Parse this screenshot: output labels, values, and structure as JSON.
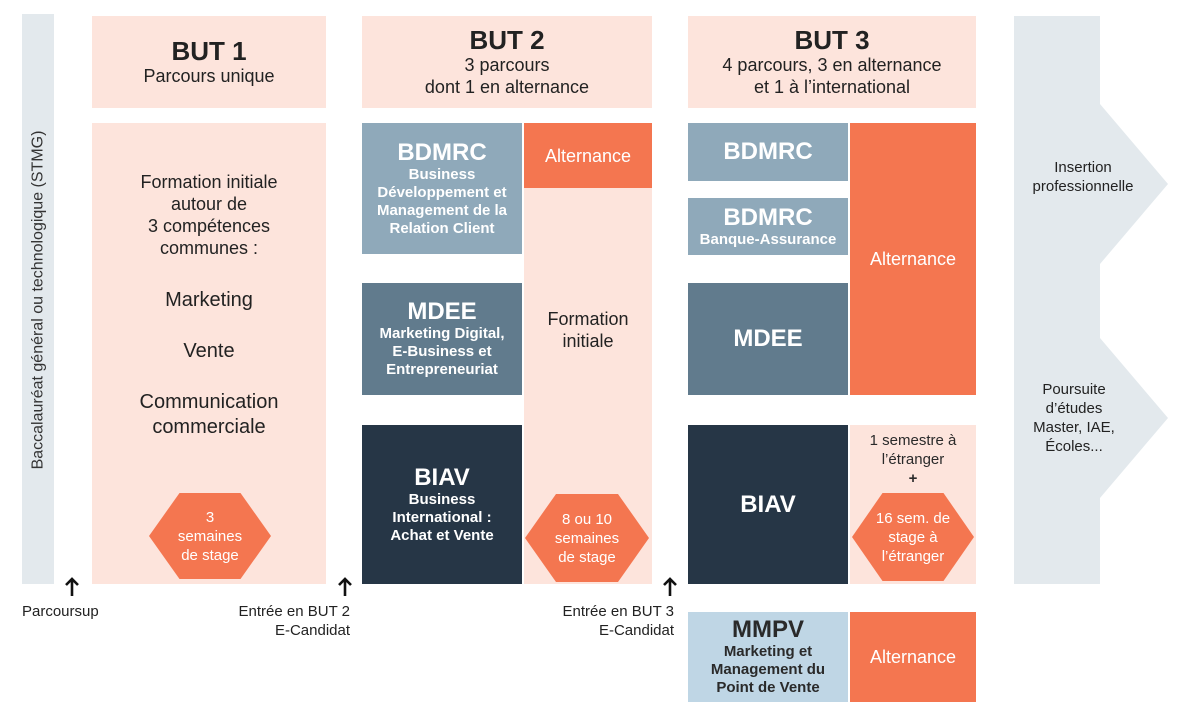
{
  "left_bar": {
    "label": "Baccalauréat général ou technologique (STMG)"
  },
  "but1": {
    "title": "BUT 1",
    "subtitle": "Parcours unique",
    "body_lines": [
      "Formation initiale",
      "autour de",
      "3 compétences",
      "communes :"
    ],
    "competences": [
      "Marketing",
      "Vente",
      "Communication commerciale"
    ],
    "stage": "3 semaines de stage"
  },
  "but2": {
    "title": "BUT 2",
    "subtitle_lines": [
      "3 parcours",
      "dont 1 en alternance"
    ],
    "bdmrc": {
      "name": "BDMRC",
      "desc": "Business Développement et Management de la Relation Client"
    },
    "mdee": {
      "name": "MDEE",
      "desc": "Marketing Digital, E-Business et Entrepreneuriat"
    },
    "biav": {
      "name": "BIAV",
      "desc": "Business International : Achat et Vente"
    },
    "alternance": "Alternance",
    "formation_initiale": "Formation initiale",
    "stage": "8 ou 10 semaines de stage"
  },
  "but3": {
    "title": "BUT 3",
    "subtitle_lines": [
      "4 parcours, 3 en alternance",
      "et 1 à l’international"
    ],
    "bdmrc": "BDMRC",
    "bdmrc_ba": {
      "name": "BDMRC",
      "desc": "Banque-Assurance"
    },
    "mdee": "MDEE",
    "biav": "BIAV",
    "alternance": "Alternance",
    "semestre": "1 semestre à l’étranger",
    "plus": "+",
    "stage": "16 sem. de stage à l’étranger",
    "mmpv": {
      "name": "MMPV",
      "desc": "Marketing et Management du Point de Vente"
    },
    "mmpv_alternance": "Alternance"
  },
  "outcomes": {
    "insertion": "Insertion professionnelle",
    "poursuite_lines": [
      "Poursuite",
      "d’études",
      "Master, IAE,",
      "Écoles..."
    ]
  },
  "entries": {
    "parcoursup": "Parcoursup",
    "but2_lines": [
      "Entrée en BUT 2",
      "E-Candidat"
    ],
    "but3_lines": [
      "Entrée en BUT 3",
      "E-Candidat"
    ],
    "arrow": "🡑"
  },
  "colors": {
    "orange": "#f47650",
    "pink": "#fde4dc",
    "light_blue": "#8fa9ba",
    "mid_blue": "#617b8d",
    "dark_blue": "#263646",
    "pale_blue": "#bfd6e5",
    "grey": "#e3e9ed"
  }
}
